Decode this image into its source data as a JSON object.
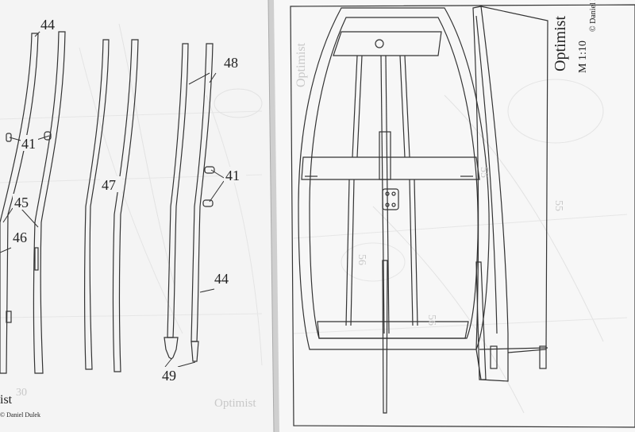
{
  "left_sheet": {
    "part_labels": {
      "p44_top": "44",
      "p41_left": "41",
      "p45": "45",
      "p46": "46",
      "p47": "47",
      "p48": "48",
      "p41_right": "41",
      "p44_right": "44",
      "p49": "49"
    },
    "footer_title_fragment": "ist",
    "footer_author": "© Daniel Dulek",
    "footer_ghost_title": "Optimist",
    "footer_ghost_page": "30"
  },
  "right_sheet": {
    "title": "Optimist",
    "scale": "M 1:10",
    "author": "© Daniel Dulek",
    "ghost_labels": [
      "Optimist",
      "55",
      "55",
      "56",
      "56"
    ]
  }
}
